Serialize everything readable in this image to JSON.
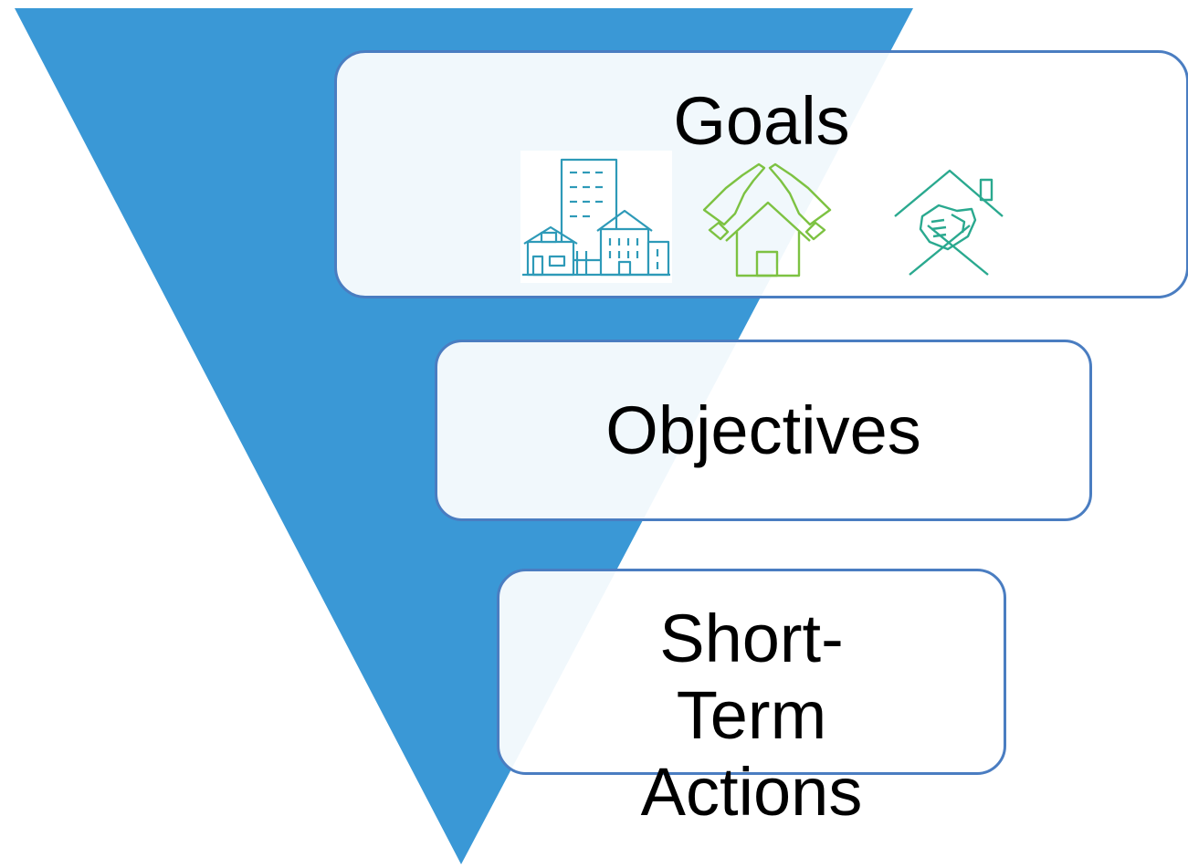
{
  "colors": {
    "funnel": "#3a98d6",
    "box_border": "#4a7dc1",
    "icon_teal": "#2e9ab8",
    "icon_green": "#7dc242",
    "icon_handshake": "#2aa98f"
  },
  "levels": [
    {
      "label": "Goals",
      "icons": [
        "city-buildings-icon",
        "hands-protecting-house-icon",
        "handshake-house-icon"
      ]
    },
    {
      "label": "Objectives"
    },
    {
      "label": "Short-Term Actions"
    }
  ]
}
